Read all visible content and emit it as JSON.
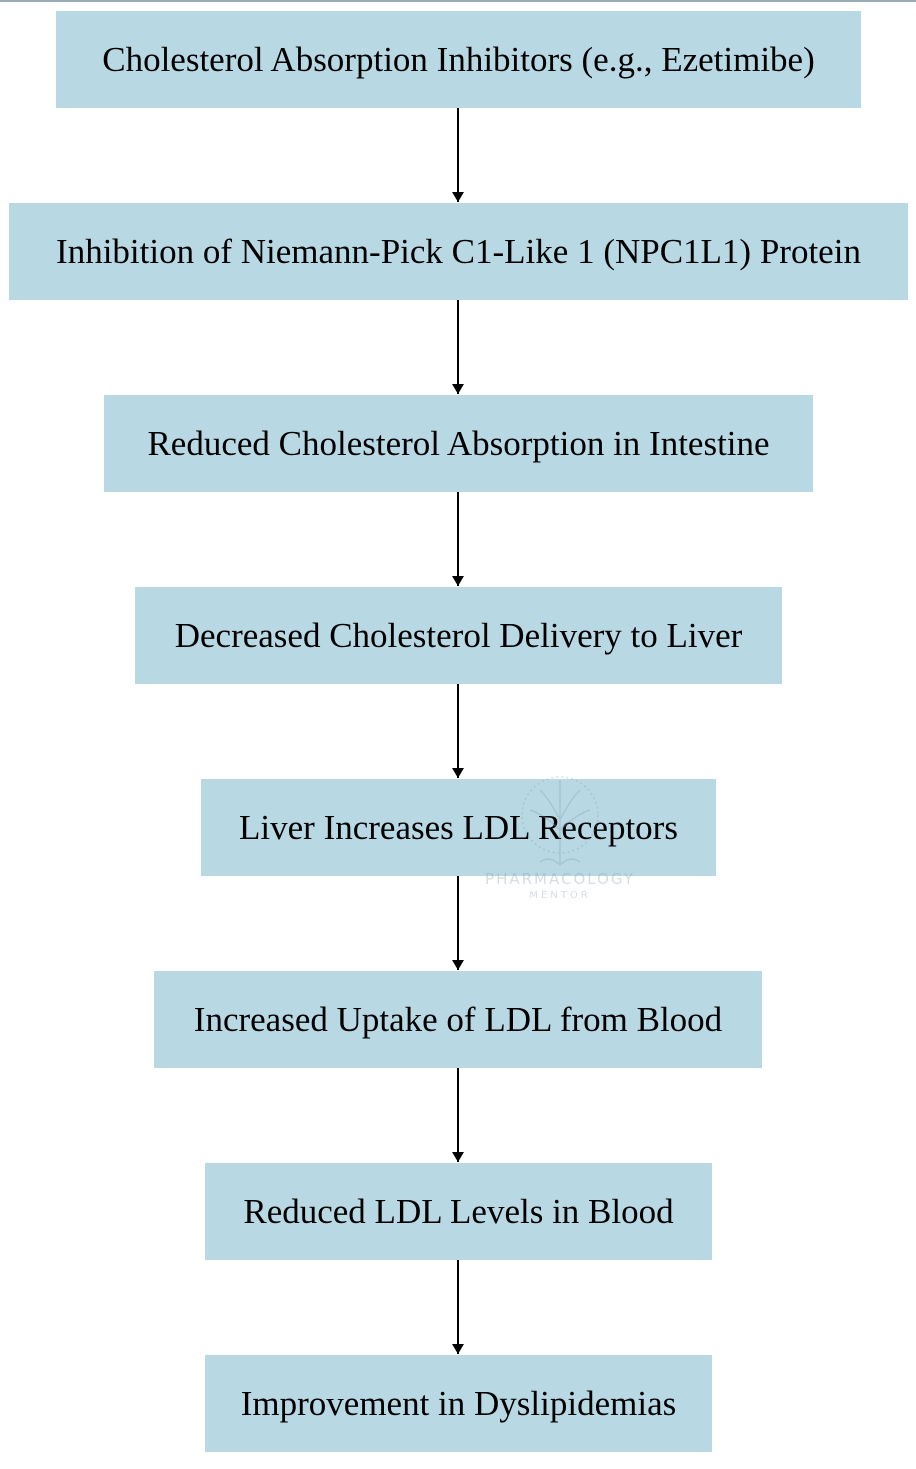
{
  "diagram": {
    "nodes": [
      {
        "id": "n1",
        "label": "Cholesterol Absorption Inhibitors (e.g., Ezetimibe)"
      },
      {
        "id": "n2",
        "label": "Inhibition of Niemann-Pick C1-Like 1 (NPC1L1) Protein"
      },
      {
        "id": "n3",
        "label": "Reduced Cholesterol Absorption in Intestine"
      },
      {
        "id": "n4",
        "label": "Decreased Cholesterol Delivery to Liver"
      },
      {
        "id": "n5",
        "label": "Liver Increases LDL Receptors"
      },
      {
        "id": "n6",
        "label": "Increased Uptake of LDL from Blood"
      },
      {
        "id": "n7",
        "label": "Reduced LDL Levels in Blood"
      },
      {
        "id": "n8",
        "label": "Improvement in Dyslipidemias"
      }
    ],
    "edges": [
      {
        "from": "n1",
        "to": "n2"
      },
      {
        "from": "n2",
        "to": "n3"
      },
      {
        "from": "n3",
        "to": "n4"
      },
      {
        "from": "n4",
        "to": "n5"
      },
      {
        "from": "n5",
        "to": "n6"
      },
      {
        "from": "n6",
        "to": "n7"
      },
      {
        "from": "n7",
        "to": "n8"
      }
    ],
    "colors": {
      "node_fill": "#b8d9e4",
      "edge": "#000000",
      "text": "#000000"
    }
  },
  "watermark": {
    "title": "PHARMACOLOGY",
    "subtitle": "MENTOR",
    "icon": "tree-icon"
  }
}
